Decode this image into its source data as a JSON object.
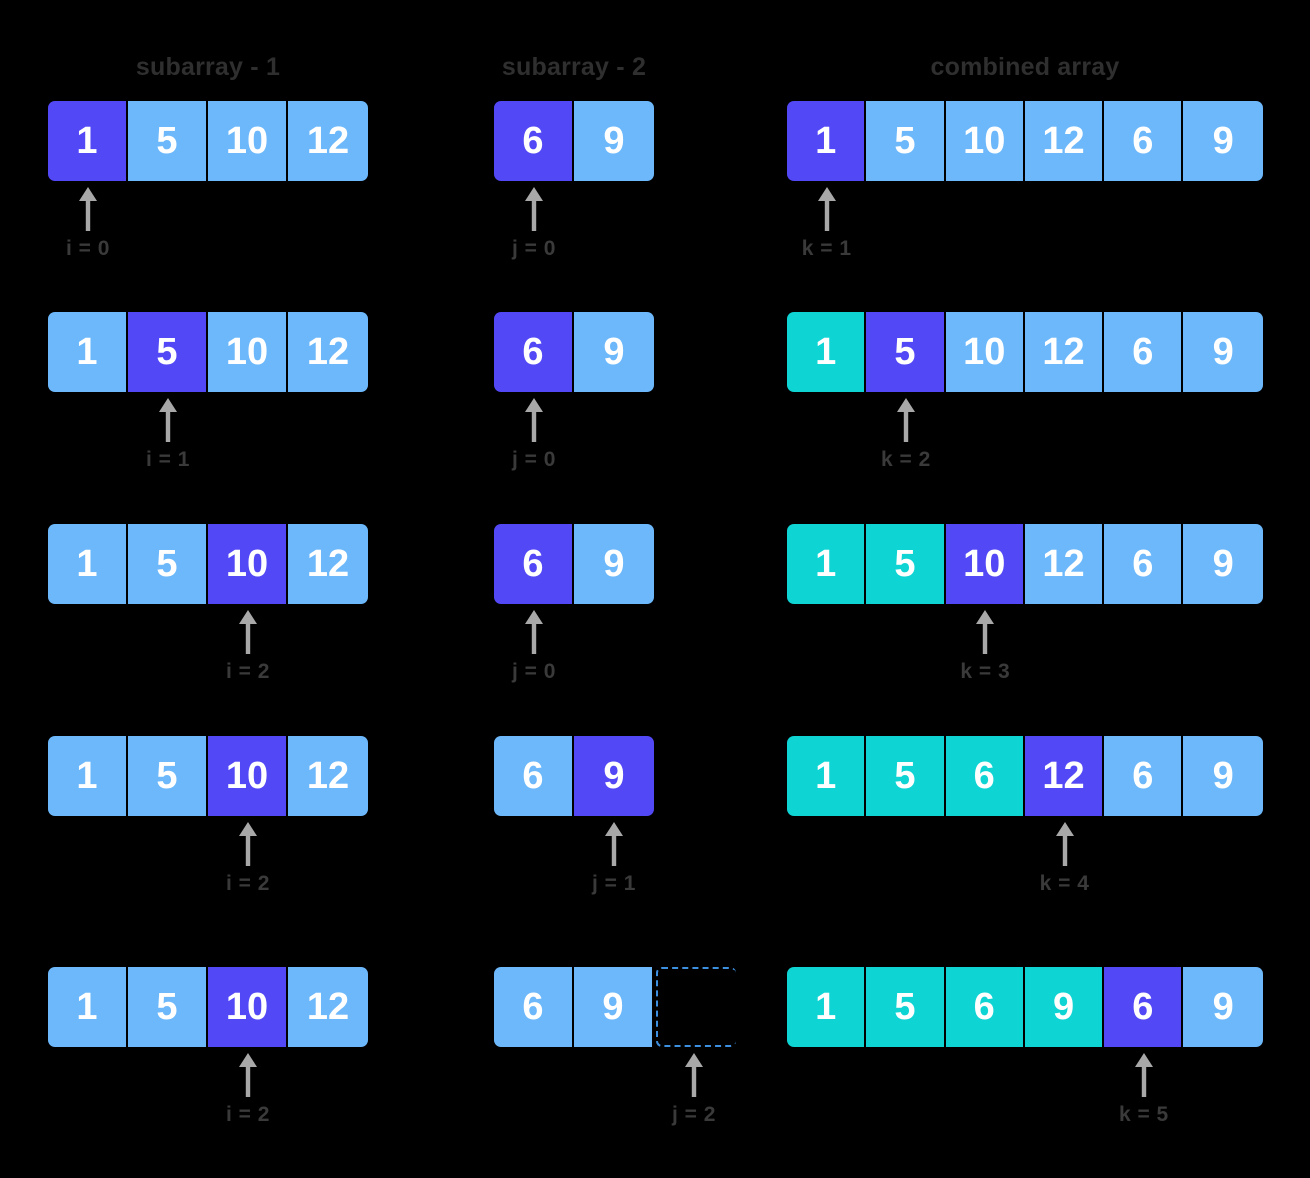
{
  "headers": {
    "subarray1": "subarray - 1",
    "subarray2": "subarray - 2",
    "combined": "combined array"
  },
  "colors": {
    "background": "#000000",
    "cell_normal": "#6cb8fb",
    "cell_active": "#5348f5",
    "cell_done": "#0ed4d4",
    "cell_empty_border": "#3d8fe0",
    "arrow": "#a8a8a8",
    "label_text": "#3a3a3a",
    "header_text": "#2f2f2f",
    "cell_text": "#ffffff"
  },
  "icons": {
    "pointer": "up-arrow-icon"
  },
  "chart_data": {
    "type": "diagram",
    "title": "Merge step of merge sort",
    "columns": [
      "subarray - 1",
      "subarray - 2",
      "combined array"
    ],
    "steps": [
      {
        "step": 1,
        "subarray1": {
          "values": [
            "1",
            "5",
            "10",
            "12"
          ],
          "states": [
            "active",
            "normal",
            "normal",
            "normal"
          ],
          "pointer_index": 0,
          "pointer_label": "i = 0"
        },
        "subarray2": {
          "values": [
            "6",
            "9"
          ],
          "states": [
            "active",
            "normal"
          ],
          "pointer_index": 0,
          "pointer_label": "j = 0"
        },
        "combined": {
          "values": [
            "1",
            "5",
            "10",
            "12",
            "6",
            "9"
          ],
          "states": [
            "active",
            "normal",
            "normal",
            "normal",
            "normal",
            "normal"
          ],
          "pointer_index": 0,
          "pointer_label": "k = 1"
        }
      },
      {
        "step": 2,
        "subarray1": {
          "values": [
            "1",
            "5",
            "10",
            "12"
          ],
          "states": [
            "normal",
            "active",
            "normal",
            "normal"
          ],
          "pointer_index": 1,
          "pointer_label": "i = 1"
        },
        "subarray2": {
          "values": [
            "6",
            "9"
          ],
          "states": [
            "active",
            "normal"
          ],
          "pointer_index": 0,
          "pointer_label": "j = 0"
        },
        "combined": {
          "values": [
            "1",
            "5",
            "10",
            "12",
            "6",
            "9"
          ],
          "states": [
            "done",
            "active",
            "normal",
            "normal",
            "normal",
            "normal"
          ],
          "pointer_index": 1,
          "pointer_label": "k = 2"
        }
      },
      {
        "step": 3,
        "subarray1": {
          "values": [
            "1",
            "5",
            "10",
            "12"
          ],
          "states": [
            "normal",
            "normal",
            "active",
            "normal"
          ],
          "pointer_index": 2,
          "pointer_label": "i = 2"
        },
        "subarray2": {
          "values": [
            "6",
            "9"
          ],
          "states": [
            "active",
            "normal"
          ],
          "pointer_index": 0,
          "pointer_label": "j = 0"
        },
        "combined": {
          "values": [
            "1",
            "5",
            "10",
            "12",
            "6",
            "9"
          ],
          "states": [
            "done",
            "done",
            "active",
            "normal",
            "normal",
            "normal"
          ],
          "pointer_index": 2,
          "pointer_label": "k = 3"
        }
      },
      {
        "step": 4,
        "subarray1": {
          "values": [
            "1",
            "5",
            "10",
            "12"
          ],
          "states": [
            "normal",
            "normal",
            "active",
            "normal"
          ],
          "pointer_index": 2,
          "pointer_label": "i = 2"
        },
        "subarray2": {
          "values": [
            "6",
            "9"
          ],
          "states": [
            "normal",
            "active"
          ],
          "pointer_index": 1,
          "pointer_label": "j = 1"
        },
        "combined": {
          "values": [
            "1",
            "5",
            "6",
            "12",
            "6",
            "9"
          ],
          "states": [
            "done",
            "done",
            "done",
            "active",
            "normal",
            "normal"
          ],
          "pointer_index": 3,
          "pointer_label": "k = 4"
        }
      },
      {
        "step": 5,
        "subarray1": {
          "values": [
            "1",
            "5",
            "10",
            "12"
          ],
          "states": [
            "normal",
            "normal",
            "active",
            "normal"
          ],
          "pointer_index": 2,
          "pointer_label": "i = 2"
        },
        "subarray2": {
          "values": [
            "6",
            "9",
            ""
          ],
          "states": [
            "normal",
            "normal",
            "empty"
          ],
          "pointer_index": 2,
          "pointer_label": "j = 2"
        },
        "combined": {
          "values": [
            "1",
            "5",
            "6",
            "9",
            "6",
            "9"
          ],
          "states": [
            "done",
            "done",
            "done",
            "done",
            "active",
            "normal"
          ],
          "pointer_index": 4,
          "pointer_label": "k = 5"
        }
      }
    ]
  }
}
